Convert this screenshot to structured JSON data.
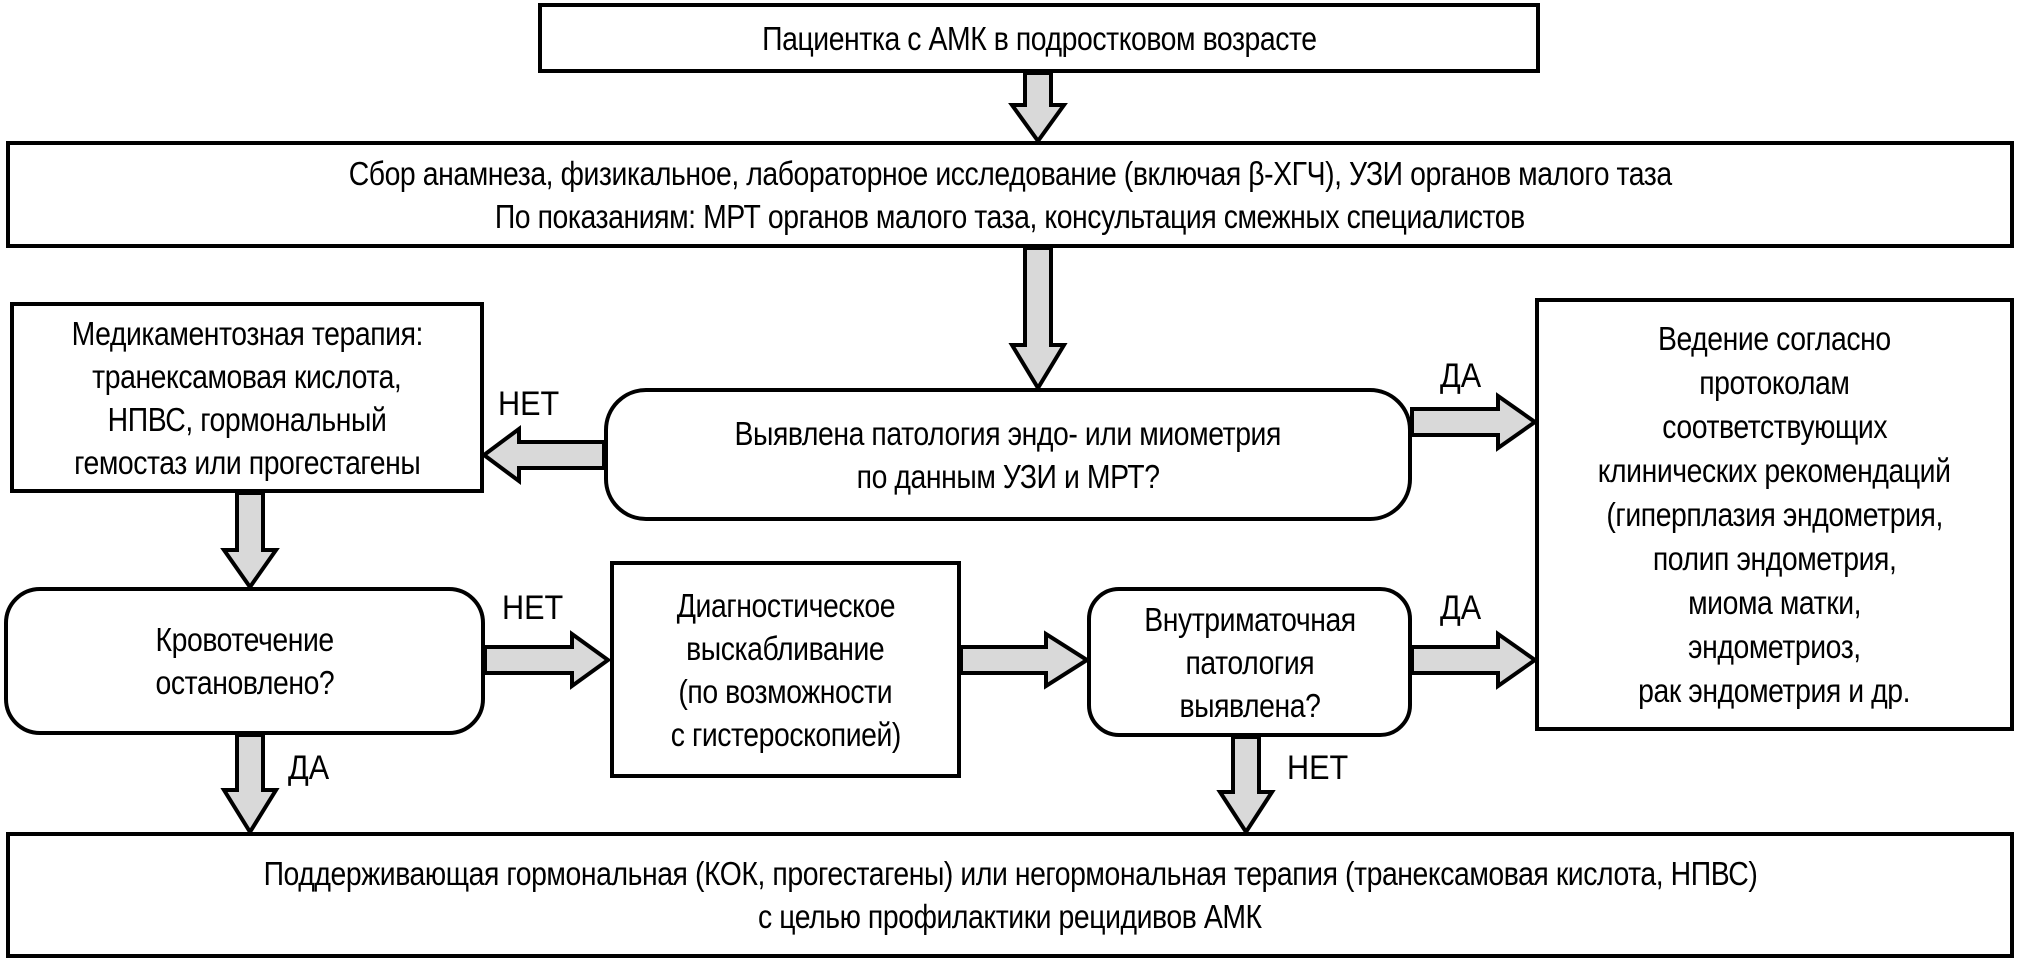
{
  "colors": {
    "arrow_fill": "#d9d9d9",
    "stroke": "#000000",
    "box_fill": "#ffffff"
  },
  "nodes": {
    "start": {
      "lines": [
        "Пациентка с АМК в подростковом возрасте"
      ]
    },
    "workup": {
      "lines": [
        "Сбор анамнеза, физикальное, лабораторное исследование (включая β-ХГЧ), УЗИ органов малого таза",
        "По показаниям: МРТ органов малого таза, консультация смежных специалистов"
      ]
    },
    "medication": {
      "lines": [
        "Медикаментозная терапия:",
        "транексамовая кислота,",
        "НПВС, гормональный",
        "гемостаз или прогестагены"
      ]
    },
    "pathology_question": {
      "lines": [
        "Выявлена патология эндо- или миометрия",
        "по данным УЗИ и МРТ?"
      ]
    },
    "guidelines": {
      "lines": [
        "Ведение согласно",
        "протоколам",
        "соответствующих",
        "клинических рекомендаций",
        "(гиперплазия эндометрия,",
        "полип эндометрия,",
        "миома матки,",
        "эндометриоз,",
        "рак эндометрия и др."
      ]
    },
    "bleeding_question": {
      "lines": [
        "Кровотечение",
        "остановлено?"
      ]
    },
    "curettage": {
      "lines": [
        "Диагностическое",
        "выскабливание",
        "(по возможности",
        "с гистероскопией)"
      ]
    },
    "intrauterine_question": {
      "lines": [
        "Внутриматочная",
        "патология",
        "выявлена?"
      ]
    },
    "maintenance": {
      "lines": [
        "Поддерживающая гормональная (КОК, прогестагены) или негормональная терапия (транексамовая кислота, НПВС)",
        "с целью профилактики рецидивов АМК"
      ]
    }
  },
  "edges": [
    {
      "from": "start",
      "to": "workup",
      "label": ""
    },
    {
      "from": "workup",
      "to": "pathology_question",
      "label": ""
    },
    {
      "from": "pathology_question",
      "to": "medication",
      "label": "НЕТ"
    },
    {
      "from": "pathology_question",
      "to": "guidelines",
      "label": "ДА"
    },
    {
      "from": "medication",
      "to": "bleeding_question",
      "label": ""
    },
    {
      "from": "bleeding_question",
      "to": "curettage",
      "label": "НЕТ"
    },
    {
      "from": "curettage",
      "to": "intrauterine_question",
      "label": ""
    },
    {
      "from": "intrauterine_question",
      "to": "guidelines",
      "label": "ДА"
    },
    {
      "from": "bleeding_question",
      "to": "maintenance",
      "label": "ДА"
    },
    {
      "from": "intrauterine_question",
      "to": "maintenance",
      "label": "НЕТ"
    }
  ]
}
